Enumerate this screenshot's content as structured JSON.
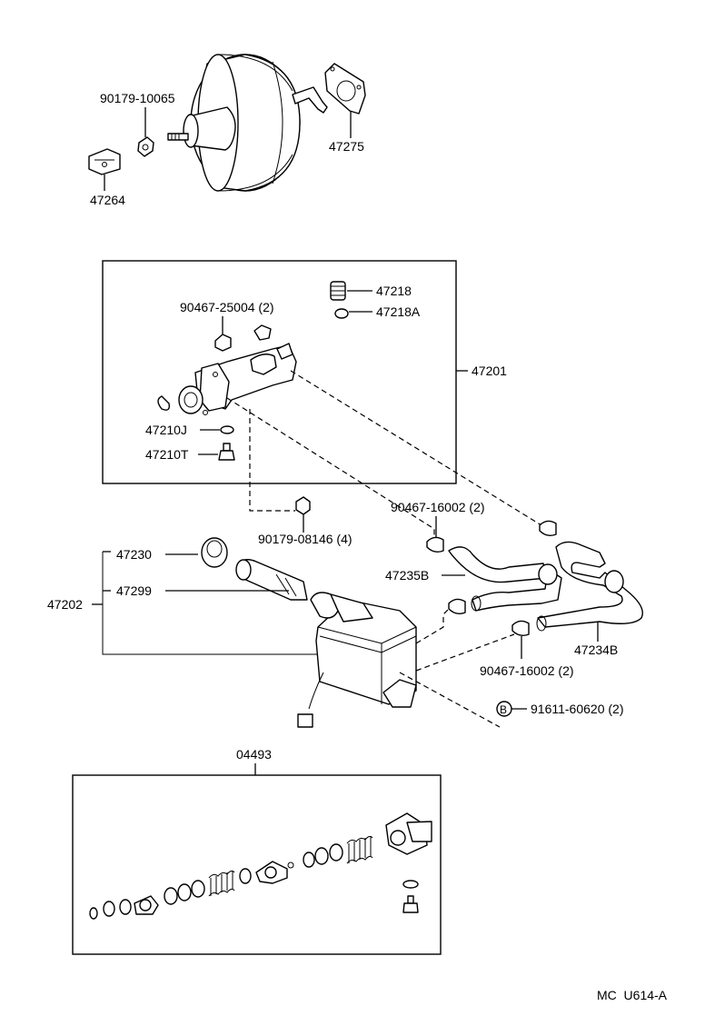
{
  "labels": {
    "booster_nut": "90179-10065",
    "booster_gasket": "47275",
    "booster_clevis": "47264",
    "reservoir_cap": "47218",
    "reservoir_grommet": "47218A",
    "union_nut": "90467-25004 (2)",
    "master_cylinder_assy": "47201",
    "bleeder_cap": "47210J",
    "bleeder_plug": "47210T",
    "clamp_upper": "90467-16002 (2)",
    "hose_b": "47235B",
    "mount_nut": "90179-08146 (4)",
    "reservoir_cap2": "47230",
    "reservoir_strainer": "47299",
    "reservoir_assy": "47202",
    "hose_a": "47234B",
    "clamp_lower": "90467-16002 (2)",
    "bolt_code": "B",
    "bolt": "91611-60620 (2)",
    "repair_kit": "04493",
    "diagram_code": "MC  U614-A"
  }
}
